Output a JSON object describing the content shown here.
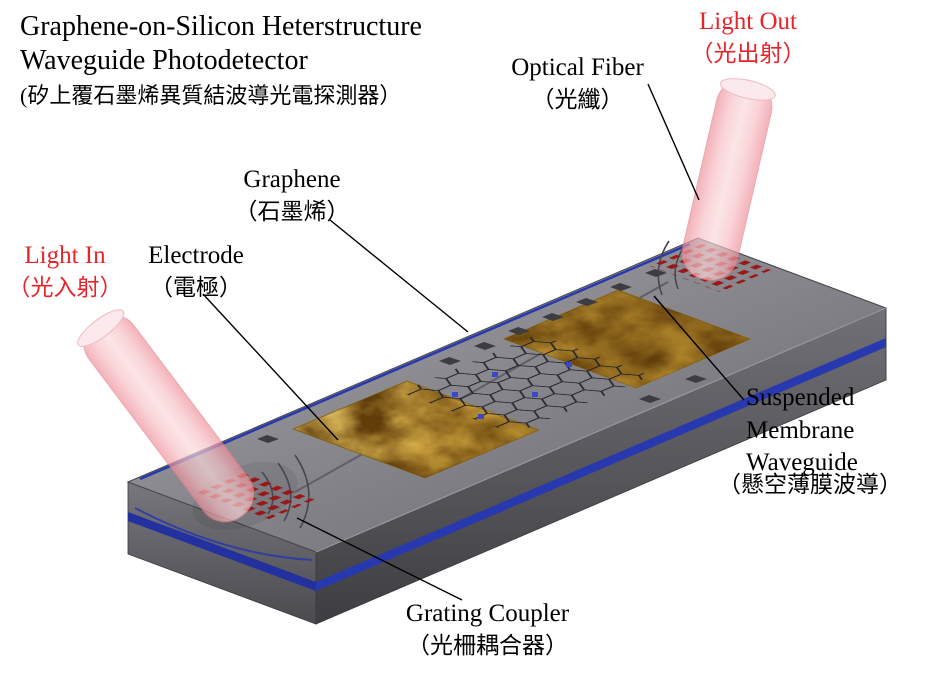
{
  "title": {
    "line1": "Graphene-on-Silicon Heterstructure",
    "line2": "Waveguide Photodetector",
    "zh": "(矽上覆石墨烯異質結波導光電探測器）"
  },
  "labels": {
    "light_out": {
      "en": "Light Out",
      "zh": "（光出射）"
    },
    "optical_fiber": {
      "en": "Optical Fiber",
      "zh": "（光纖）"
    },
    "graphene": {
      "en": "Graphene",
      "zh": "（石墨烯）"
    },
    "electrode": {
      "en": "Electrode",
      "zh": "（電極）"
    },
    "light_in": {
      "en": "Light In",
      "zh": "（光入射）"
    },
    "suspended_membrane_waveguide": {
      "en_line1": "Suspended",
      "en_line2": "Membrane",
      "en_line3": "Waveguide",
      "zh": "（懸空薄膜波導）"
    },
    "grating_coupler": {
      "en": "Grating Coupler",
      "zh": "（光柵耦合器）"
    }
  },
  "colors": {
    "accent_red": "#e8232a",
    "chip_top_gray": "#8b8b90",
    "chip_side_gray": "#55555b",
    "stripe_blue": "#2838ae",
    "electrode_gold": "#cfa43e",
    "fiber_pink": "#f6aab2",
    "grating_dot_red": "#9c1212",
    "lattice_black": "#24242a"
  }
}
